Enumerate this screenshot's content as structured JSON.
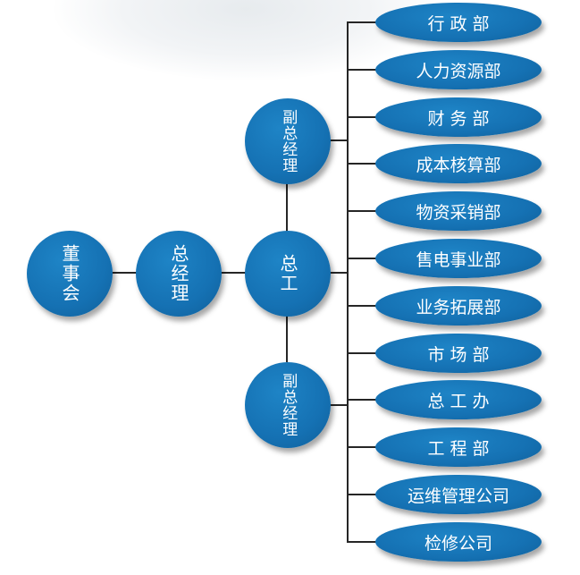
{
  "chart": {
    "board": "董事会",
    "general_manager": "总经理",
    "chief_engineer": "总工",
    "deputy_top": "副总经理",
    "deputy_bottom": "副总经理",
    "departments": [
      "行 政 部",
      "人力资源部",
      "财 务 部",
      "成本核算部",
      "物资采销部",
      "售电事业部",
      "业务拓展部",
      "市 场 部",
      "总 工 办",
      "工 程 部",
      "运维管理公司",
      "检修公司"
    ]
  },
  "colors": {
    "node_fill": "#1571b3",
    "connector": "#262626",
    "text": "#ffffff"
  }
}
